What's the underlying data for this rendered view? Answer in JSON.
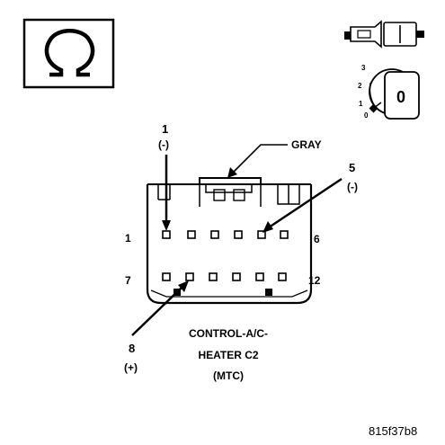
{
  "connector": {
    "name_line1": "CONTROL-A/C-",
    "name_line2": "HEATER C2",
    "name_line3": "(MTC)",
    "color_label": "GRAY",
    "row1_left": "1",
    "row1_right": "6",
    "row2_left": "7",
    "row2_right": "12"
  },
  "callouts": {
    "pin1_number": "1",
    "pin1_polarity": "(-)",
    "pin5_number": "5",
    "pin5_polarity": "(-)",
    "pin8_number": "8",
    "pin8_polarity": "(+)"
  },
  "meter_icon": {
    "symbol": "ohm-icon"
  },
  "ignition_icon": {
    "key_position": "0",
    "scale_marks": [
      "3",
      "2",
      "1",
      "0"
    ]
  },
  "figure_id": "815f37b8",
  "colors": {
    "ink": "#000000",
    "paper": "#ffffff"
  }
}
